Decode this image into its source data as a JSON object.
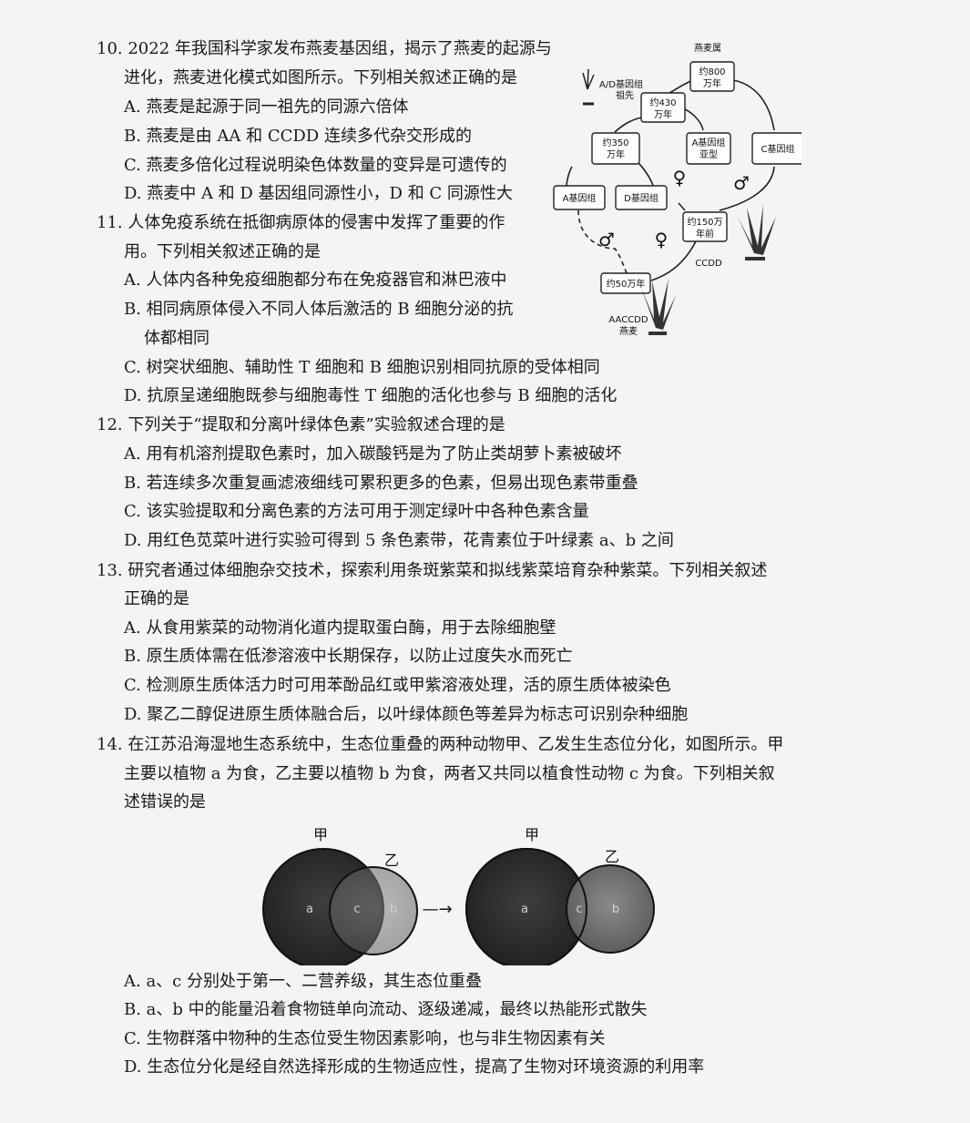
{
  "q10": {
    "stem1": "10. 2022 年我国科学家发布燕麦基因组，揭示了燕麦的起源与",
    "stem2": "进化，燕麦进化模式如图所示。下列相关叙述正确的是",
    "A": "A. 燕麦是起源于同一祖先的同源六倍体",
    "B": "B. 燕麦是由 AA 和 CCDD 连续多代杂交形成的",
    "C": "C. 燕麦多倍化过程说明染色体数量的变异是可遗传的",
    "D": "D. 燕麦中 A 和 D 基因组同源性小，D 和 C 同源性大"
  },
  "fig10": {
    "top_label": "燕麦属",
    "n800": "约800",
    "n800b": "万年",
    "ad_ancestor1": "A/D基因组",
    "ad_ancestor2": "祖先",
    "n430": "约430",
    "n430b": "万年",
    "n350": "约350",
    "n350b": "万年",
    "a_sub1": "A基因组",
    "a_sub2": "亚型",
    "c_genome": "C基因组",
    "a_genome": "A基因组",
    "d_genome": "D基因组",
    "n150": "约150万",
    "n150b": "年前",
    "ccdd": "CCDD",
    "n50": "约50万年",
    "aaccdd": "AACCDD",
    "oat": "燕麦",
    "female": "♀",
    "male": "♂"
  },
  "q11": {
    "stem1": "11. 人体免疫系统在抵御病原体的侵害中发挥了重要的作",
    "stem2": "用。下列相关叙述正确的是",
    "A": "A. 人体内各种免疫细胞都分布在免疫器官和淋巴液中",
    "B1": "B. 相同病原体侵入不同人体后激活的 B 细胞分泌的抗",
    "B2": "体都相同",
    "C": "C. 树突状细胞、辅助性 T 细胞和 B 细胞识别相同抗原的受体相同",
    "D": "D. 抗原呈递细胞既参与细胞毒性 T 细胞的活化也参与 B 细胞的活化"
  },
  "q12": {
    "stem": "12. 下列关于“提取和分离叶绿体色素”实验叙述合理的是",
    "A": "A. 用有机溶剂提取色素时，加入碳酸钙是为了防止类胡萝卜素被破坏",
    "B": "B. 若连续多次重复画滤液细线可累积更多的色素，但易出现色素带重叠",
    "C": "C. 该实验提取和分离色素的方法可用于测定绿叶中各种色素含量",
    "D": "D. 用红色苋菜叶进行实验可得到 5 条色素带，花青素位于叶绿素 a、b 之间"
  },
  "q13": {
    "stem1": "13. 研究者通过体细胞杂交技术，探索利用条斑紫菜和拟线紫菜培育杂种紫菜。下列相关叙述",
    "stem2": "正确的是",
    "A": "A. 从食用紫菜的动物消化道内提取蛋白酶，用于去除细胞壁",
    "B": "B. 原生质体需在低渗溶液中长期保存，以防止过度失水而死亡",
    "C": "C. 检测原生质体活力时可用苯酚品红或甲紫溶液处理，活的原生质体被染色",
    "D": "D. 聚乙二醇促进原生质体融合后，以叶绿体颜色等差异为标志可识别杂种细胞"
  },
  "q14": {
    "stem1": "14. 在江苏沿海湿地生态系统中，生态位重叠的两种动物甲、乙发生生态位分化，如图所示。甲",
    "stem2": "主要以植物 a 为食，乙主要以植物 b 为食，两者又共同以植食性动物 c 为食。下列相关叙",
    "stem3": "述错误的是",
    "A": "A. a、c 分别处于第一、二营养级，其生态位重叠",
    "B": "B. a、b 中的能量沿着食物链单向流动、逐级递减，最终以热能形式散失",
    "C": "C. 生物群落中物种的生态位受生物因素影响，也与非生物因素有关",
    "D": "D. 生态位分化是经自然选择形成的生物适应性，提高了生物对环境资源的利用率"
  },
  "fig14": {
    "jia": "甲",
    "yi": "乙",
    "a": "a",
    "b": "b",
    "c": "c",
    "arrow": "—→"
  }
}
